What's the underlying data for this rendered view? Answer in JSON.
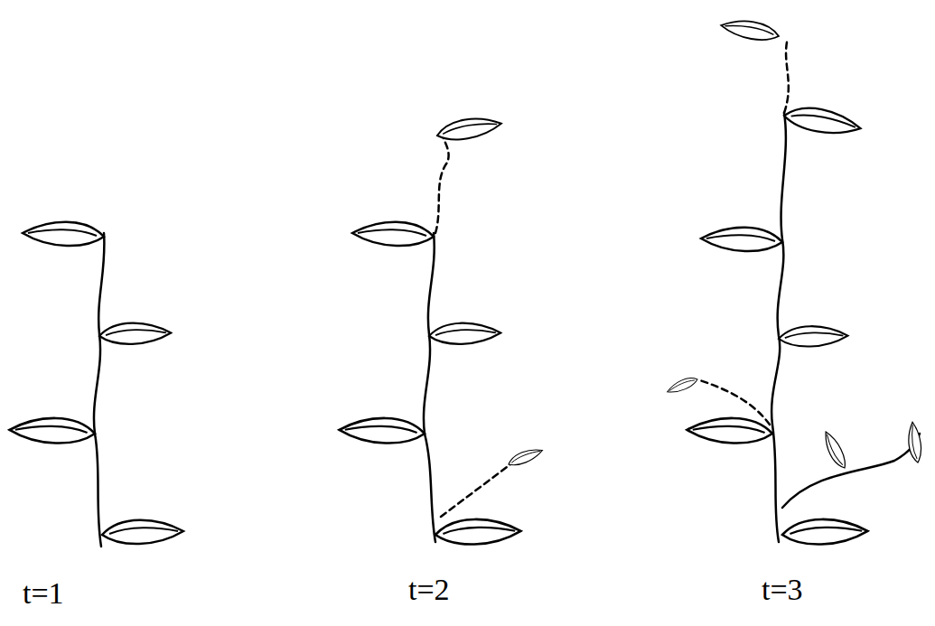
{
  "diagram": {
    "labels": [
      "t=1",
      "t=2",
      "t=3"
    ]
  }
}
